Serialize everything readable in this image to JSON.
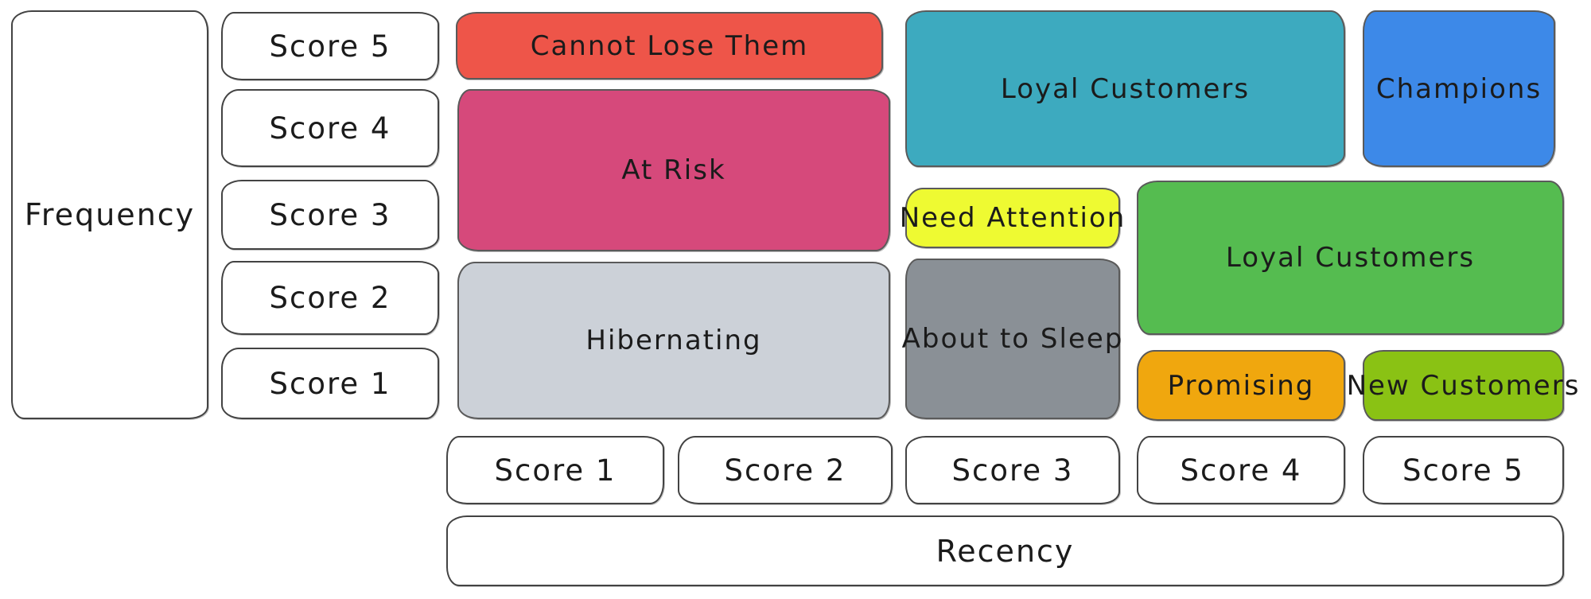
{
  "diagram": {
    "type": "rfm-segmentation-matrix",
    "axes": {
      "y_label": "Frequency",
      "x_label": "Recency",
      "frequency_scores": [
        "Score 5",
        "Score 4",
        "Score 3",
        "Score 2",
        "Score 1"
      ],
      "recency_scores": [
        "Score 1",
        "Score 2",
        "Score 3",
        "Score 4",
        "Score 5"
      ]
    },
    "segments": [
      {
        "label": "Cannot Lose Them",
        "color": "#ee5549"
      },
      {
        "label": "At Risk",
        "color": "#d6497b"
      },
      {
        "label": "Hibernating",
        "color": "#ccd1d8"
      },
      {
        "label": "Loyal Customers",
        "color": "#3daabf"
      },
      {
        "label": "Champions",
        "color": "#3d89e8"
      },
      {
        "label": "Need Attention",
        "color": "#eefa32"
      },
      {
        "label": "Loyal Customers",
        "color": "#55bc50"
      },
      {
        "label": "About to Sleep",
        "color": "#8a9096"
      },
      {
        "label": "Promising",
        "color": "#f0a70e"
      },
      {
        "label": "New Customers",
        "color": "#8ac214"
      }
    ],
    "colors": {
      "background": "#ffffff",
      "outline": "#434343",
      "text": "#1b1b1b"
    }
  }
}
